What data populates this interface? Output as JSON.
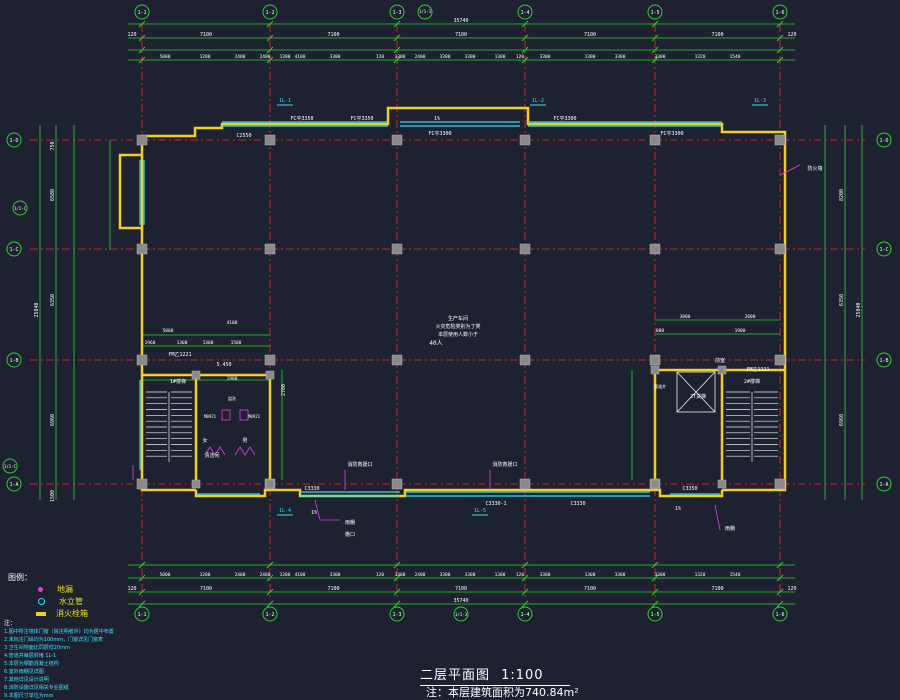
{
  "title": {
    "main": "二层平面图",
    "scale": "1:100",
    "note": "注：本层建筑面积为740.84m²"
  },
  "axes": {
    "top": [
      "1-1",
      "1-2",
      "1-3",
      "1-4",
      "1-5",
      "1-6"
    ],
    "top_intermediate": "1/1-3",
    "side": [
      "1-A",
      "1-B",
      "1-C",
      "1-D"
    ],
    "side_intermediate": "1/1-C"
  },
  "dimensions": {
    "overall_horizontal": "35740",
    "overall_vertical": "25840",
    "bays_top": [
      "7100",
      "7100",
      "7100",
      "7100",
      "7100"
    ],
    "offset_top": "120",
    "subdiv_top": [
      "5000",
      "1200",
      "2400",
      "2400",
      "1300",
      "4100",
      "3300",
      "120",
      "3300",
      "2400",
      "3300",
      "3300",
      "1300",
      "120",
      "3300",
      "1300",
      "3300",
      "3300",
      "1320",
      "1540"
    ],
    "bays_left": [
      "750",
      "6500",
      "6350",
      "6960",
      "1500"
    ],
    "bays_right": [
      "8200",
      "6350",
      "6960"
    ],
    "left_stair": [
      "5000",
      "4100",
      "1960",
      "1300",
      "1300",
      "1500",
      "1900",
      "2700"
    ],
    "right_stair": [
      "3800",
      "3800",
      "800",
      "1900"
    ]
  },
  "rooms": {
    "main_hall_label_1": "生产车间",
    "main_hall_label_2": "火灾危险类别为丁类",
    "main_hall_label_3": "本层使用人数小于",
    "main_hall_count": "40人",
    "stair_left": "1#楼梯",
    "stair_right": "2#楼梯",
    "elevator": "2T货梯",
    "toilet_f": "女",
    "toilet_m": "男",
    "cleaning": "清洁间",
    "shaft": "管道井",
    "vestibule": "前室",
    "wash": "盥洗",
    "rain_pipe": "防火墙",
    "fire_escape_1": "消防救援口",
    "fire_escape_2": "消防救援口",
    "corridor_1": "雨棚",
    "corridor_2": "雨棚",
    "eaves": "檐口"
  },
  "windows": {
    "top_1": "FC平3350",
    "top_2": "FC平3350",
    "top_3": "FC平3300",
    "top_4": "FC平3300",
    "top_5": "FC平3300",
    "left": "C2550",
    "bottom_1": "C3330",
    "bottom_2": "C3330-1",
    "bottom_3": "C3330",
    "bottom_4": "C3350",
    "door_1": "FM乙1221",
    "door_2": "FM乙1221",
    "door_3": "M0921",
    "door_4": "M0921"
  },
  "section_marks": [
    "1L-1",
    "1L-2",
    "1L-3",
    "1L-4",
    "1L-5"
  ],
  "levels": {
    "floor": "5.450",
    "slope": "1%"
  },
  "legend": {
    "heading": "图例：",
    "items": [
      "地漏",
      "水立管",
      "消火栓箱"
    ]
  },
  "notes": {
    "heading": "注：",
    "lines": [
      "1.图中所注墙体门窗（除注明者外）均为居中布置",
      "2.未标注门垛均为100mm，门窗详见门窗表",
      "3.卫生间地面比同层低20mm",
      "4.管道井每层封堵 1L-1",
      "5.本层为钢筋混凝土结构",
      "6.室外雨棚见详图",
      "7.其他详见设计说明",
      "8.消防设施详见相关专业图纸",
      "9.本图尺寸单位为mm"
    ]
  },
  "colors": {
    "background": "#1e2230",
    "wall": "#f0d020",
    "axis": "#e02020",
    "dimension": "#30e030",
    "window": "#30e0f0",
    "text": "#ffffff",
    "column": "#909090",
    "accent": "#e040e0"
  }
}
